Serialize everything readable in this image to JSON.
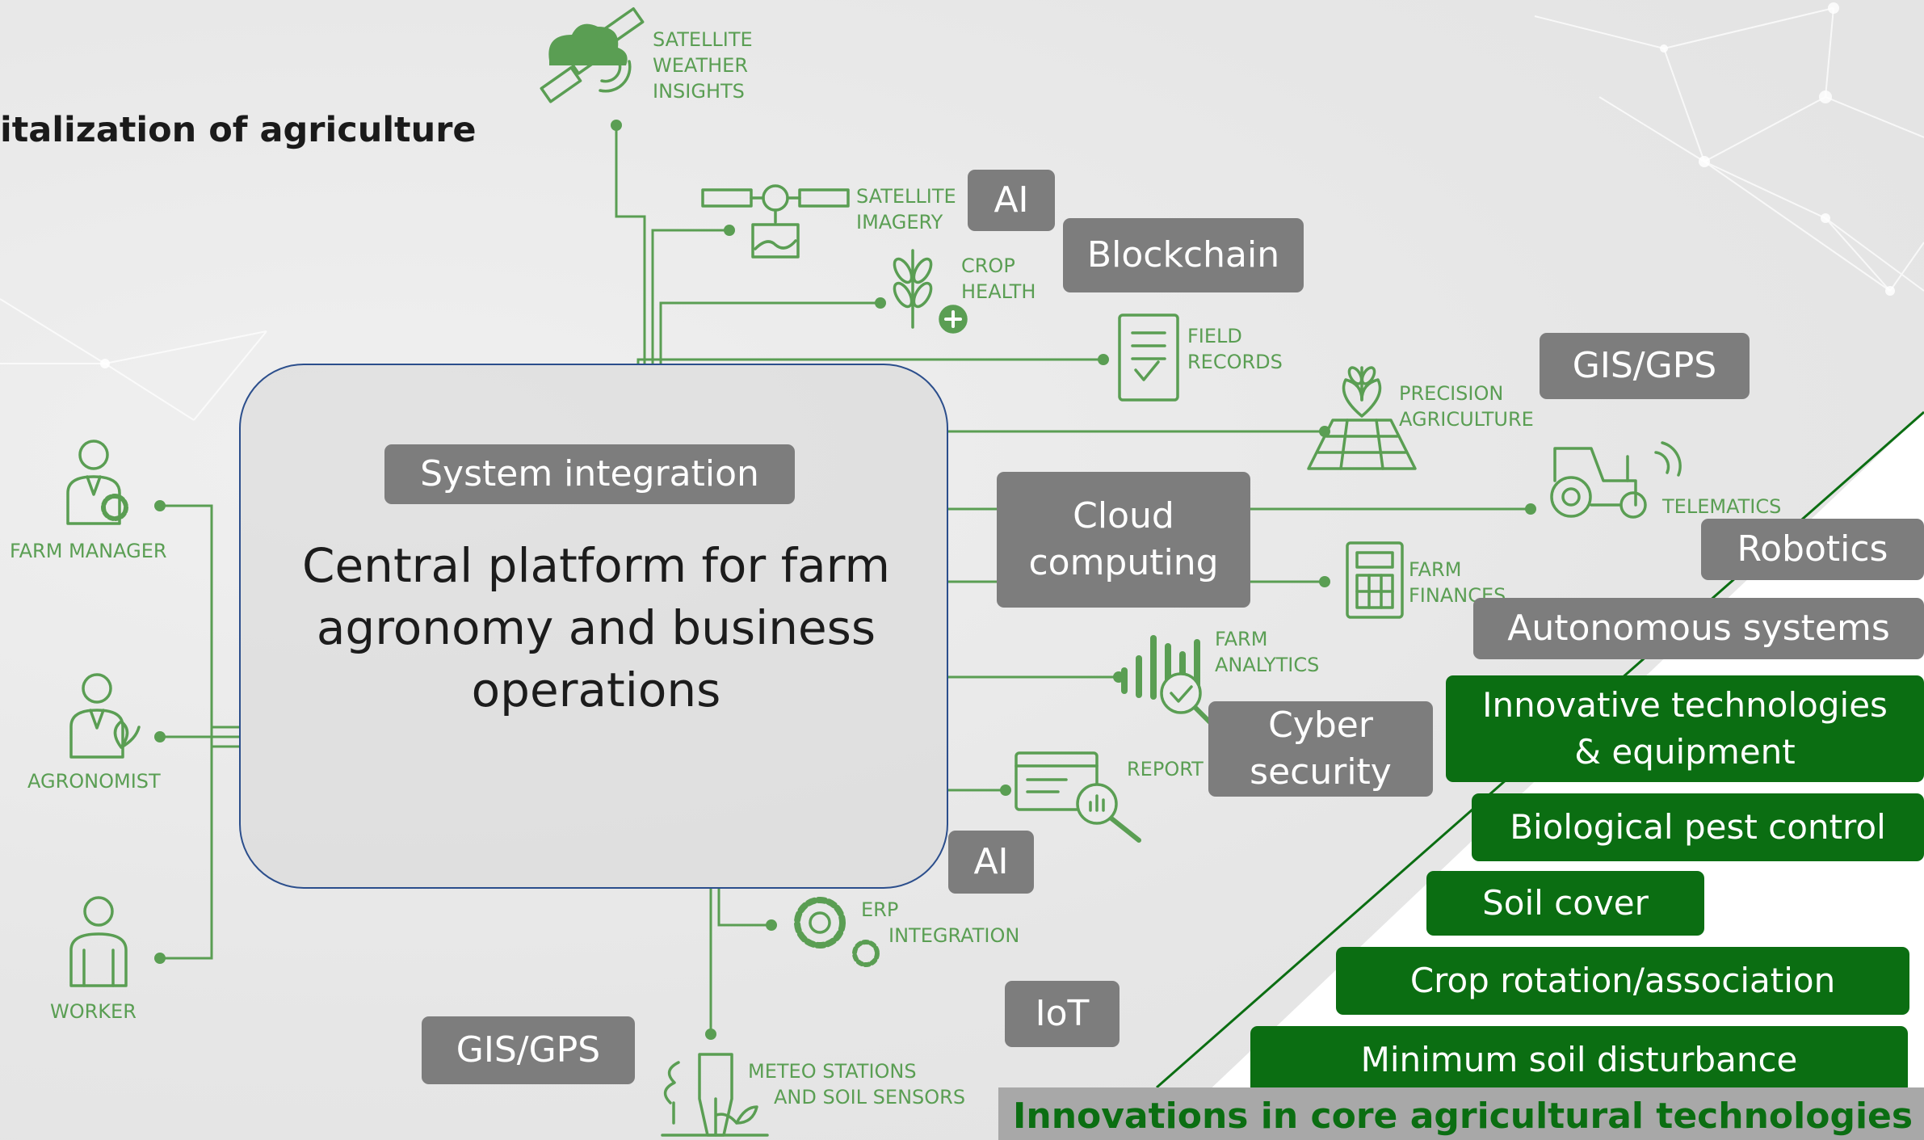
{
  "header": {
    "title": "italization of agriculture"
  },
  "central": {
    "text": "Central platform for farm agronomy and business operations"
  },
  "roles": [
    {
      "id": "farm-manager",
      "label": "FARM MANAGER"
    },
    {
      "id": "agronomist",
      "label": "AGRONOMIST"
    },
    {
      "id": "worker",
      "label": "WORKER"
    }
  ],
  "nodes": {
    "satellite_weather": [
      "SATELLITE",
      "WEATHER",
      "INSIGHTS"
    ],
    "satellite_imagery": [
      "SATELLITE",
      "IMAGERY"
    ],
    "crop_health": [
      "CROP",
      "HEALTH"
    ],
    "field_records": [
      "FIELD",
      "RECORDS"
    ],
    "precision_agriculture": [
      "PRECISION",
      "AGRICULTURE"
    ],
    "telematics": [
      "TELEMATICS"
    ],
    "farm_finances": [
      "FARM",
      "FINANCES"
    ],
    "farm_analytics": [
      "FARM",
      "ANALYTICS"
    ],
    "reports": [
      "REPORT"
    ],
    "erp_integration": [
      "ERP",
      "INTEGRATION"
    ],
    "meteo_stations": [
      "METEO STATIONS",
      "AND SOIL SENSORS"
    ]
  },
  "digital_tags": {
    "ai_top": "AI",
    "blockchain": "Blockchain",
    "gis_gps_top": "GIS/GPS",
    "system_integration": "System integration",
    "cloud_computing": [
      "Cloud",
      "computing"
    ],
    "robotics": "Robotics",
    "autonomous_systems": "Autonomous systems",
    "cyber_security": [
      "Cyber",
      "security"
    ],
    "ai_bottom": "AI",
    "iot": "IoT",
    "gis_gps_bottom": "GIS/GPS"
  },
  "core_tags": {
    "innovative": [
      "Innovative technologies",
      "& equipment"
    ],
    "biological": "Biological pest control",
    "soil_cover": "Soil cover",
    "crop_rotation": "Crop rotation/association",
    "min_disturbance": "Minimum soil disturbance"
  },
  "footer": {
    "text": "Innovations in core agricultural technologies"
  },
  "colors": {
    "background": "#ebebeb",
    "icon_green": "#5a9e53",
    "tag_grey": "#7d7d7d",
    "tag_green": "#0b6e12",
    "central_border": "#2b4e8c",
    "footer_bar": "#a8a8a8"
  }
}
